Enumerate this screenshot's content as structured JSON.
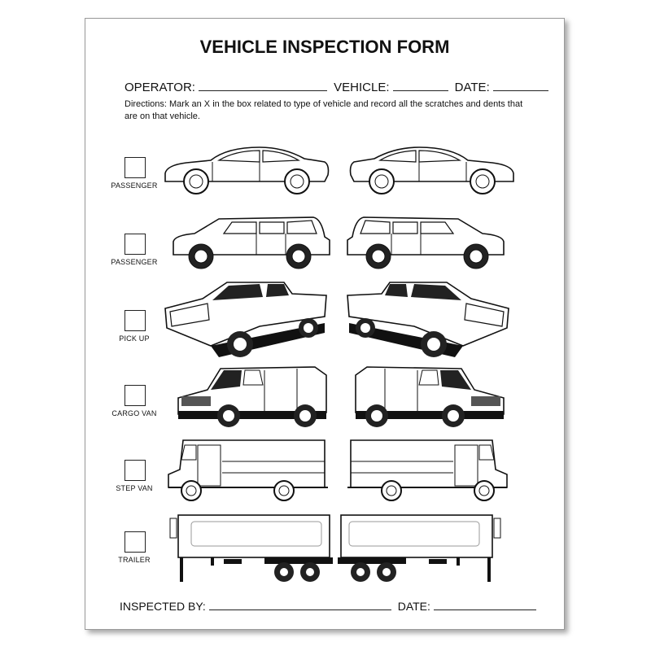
{
  "form": {
    "title": "VEHICLE INSPECTION FORM",
    "operator_label": "OPERATOR:",
    "vehicle_label": "VEHICLE:",
    "date_label": "DATE:",
    "directions": "Directions: Mark an X in the box related to type of vehicle and record all the scratches and dents that are on that vehicle."
  },
  "vehicles": [
    {
      "label": "PASSENGER"
    },
    {
      "label": "PASSENGER"
    },
    {
      "label": "PICK UP"
    },
    {
      "label": "CARGO VAN"
    },
    {
      "label": "STEP VAN"
    },
    {
      "label": "TRAILER"
    }
  ],
  "footer": {
    "inspected_by_label": "INSPECTED BY:",
    "date_label": "DATE:"
  }
}
